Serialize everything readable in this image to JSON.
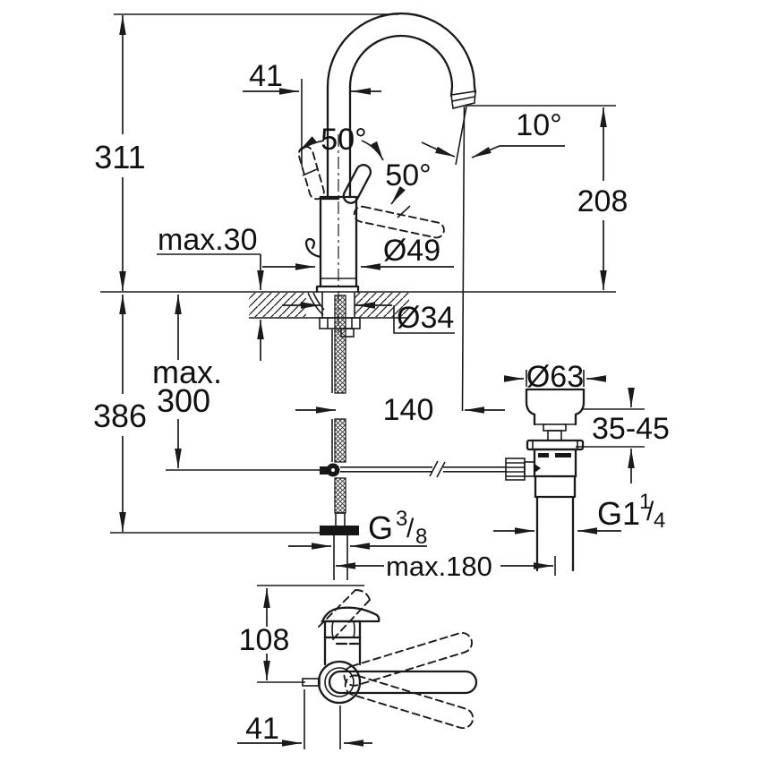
{
  "meta": {
    "type": "technical-dimension-drawing",
    "subject": "single-lever basin mixer with high spout and pop-up waste",
    "background": "#ffffff",
    "line_color": "#1a1a1a"
  },
  "labels": {
    "spout_offset": "41",
    "total_height": "311",
    "handle_angle_open": "50°",
    "handle_angle_swing": "50°",
    "outlet_angle": "10°",
    "outlet_height": "208",
    "deck_thickness": "max.30",
    "base_diameter": "Ø49",
    "hole_diameter": "Ø34",
    "rod_reach_line1": "max.",
    "rod_reach_line2": "300",
    "below_deck_depth": "386",
    "spout_reach": "140",
    "waste_flange_diameter": "Ø63",
    "waste_deck_range": "35-45",
    "supply_thread_prefix": "G",
    "supply_thread_sup": "3",
    "supply_thread_slash": "/",
    "supply_thread_sub": "8",
    "waste_thread_prefix": "G1",
    "waste_thread_sup": "1",
    "waste_thread_slash": "/",
    "waste_thread_sub": "4",
    "drain_offset": "max.180",
    "plan_depth": "108",
    "plan_offset": "41"
  }
}
